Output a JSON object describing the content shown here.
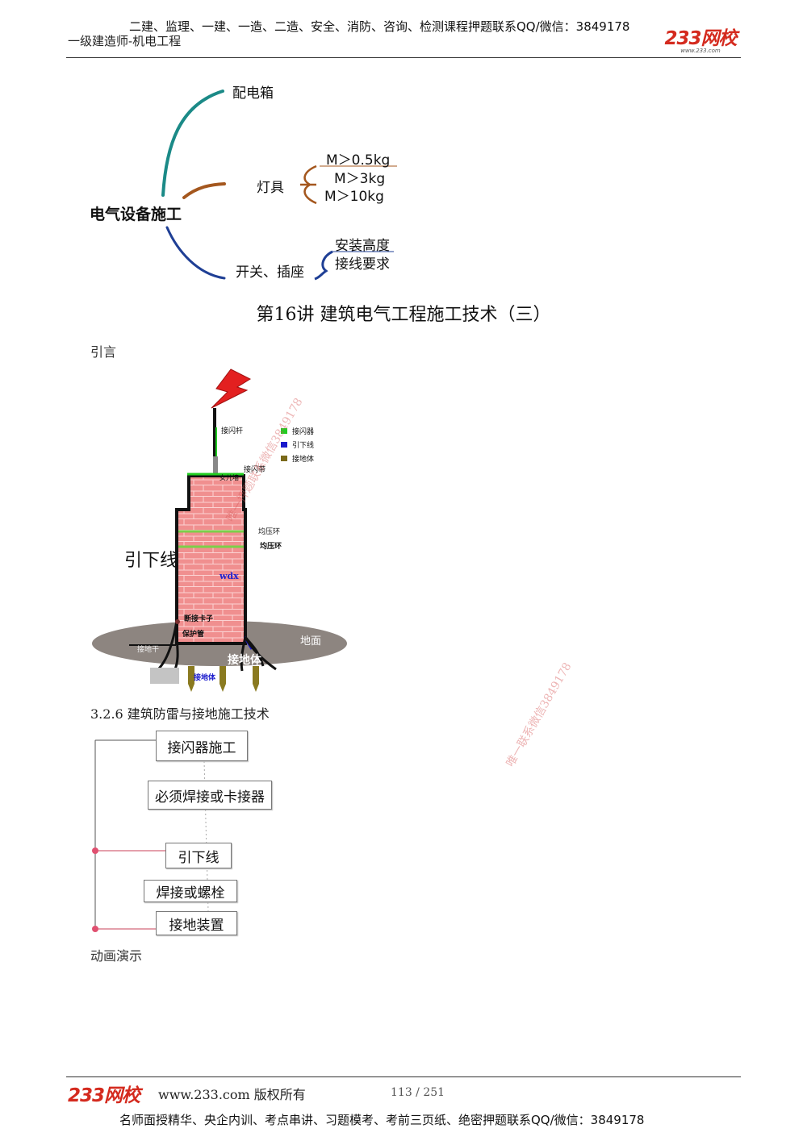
{
  "header": {
    "ad_text": "二建、监理、一建、一造、二造、安全、消防、咨询、检测课程押题联系QQ/微信：3849178",
    "course": "一级建造师-机电工程",
    "logo_text": "233网校",
    "logo_sub": "www.233.com"
  },
  "mindmap": {
    "root": "电气设备施工",
    "branch_distribution": "配电箱",
    "branch_lamps": "灯具",
    "lamp_weights": [
      "M＞0.5kg",
      "M＞3kg",
      "M＞10kg"
    ],
    "branch_switch": "开关、插座",
    "switch_items": [
      "安装高度",
      "接线要求"
    ]
  },
  "lecture_title": "第16讲 建筑电气工程施工技术（三）",
  "intro_label": "引言",
  "lightning_diagram": {
    "label_rod": "接闪杆",
    "label_belt": "接闪带",
    "label_parapet": "女儿墙",
    "legend": [
      "接闪器",
      "引下线",
      "接地体"
    ],
    "legend_colors": [
      "#22cc22",
      "#1a1acc",
      "#7a6a1a"
    ],
    "label_ring_small": "均压环",
    "label_ring": "均压环",
    "label_downlead_big": "引下线",
    "label_wdx": "wdx",
    "label_clamp": "断接卡子",
    "label_pipe": "保护管",
    "label_ground": "地面",
    "label_grounding_wire": "接地干",
    "label_grounding_big": "接地体",
    "label_grounding_small": "接地体"
  },
  "section_title": "3.2.6 建筑防雷与接地施工技术",
  "flow": {
    "items": [
      "接闪器施工",
      "必须焊接或卡接器",
      "引下线",
      "焊接或螺栓",
      "接地装置"
    ]
  },
  "animation_label": "动画演示",
  "watermarks": [
    "唯一押题联系微信3849178",
    "唯一联系微信3849178"
  ],
  "footer": {
    "logo_text": "233网校",
    "site": "www.233.com 版权所有",
    "page": "113 / 251",
    "ad_text": "名师面授精华、央企内训、考点串讲、习题模考、考前三页纸、绝密押题联系QQ/微信：3849178"
  }
}
